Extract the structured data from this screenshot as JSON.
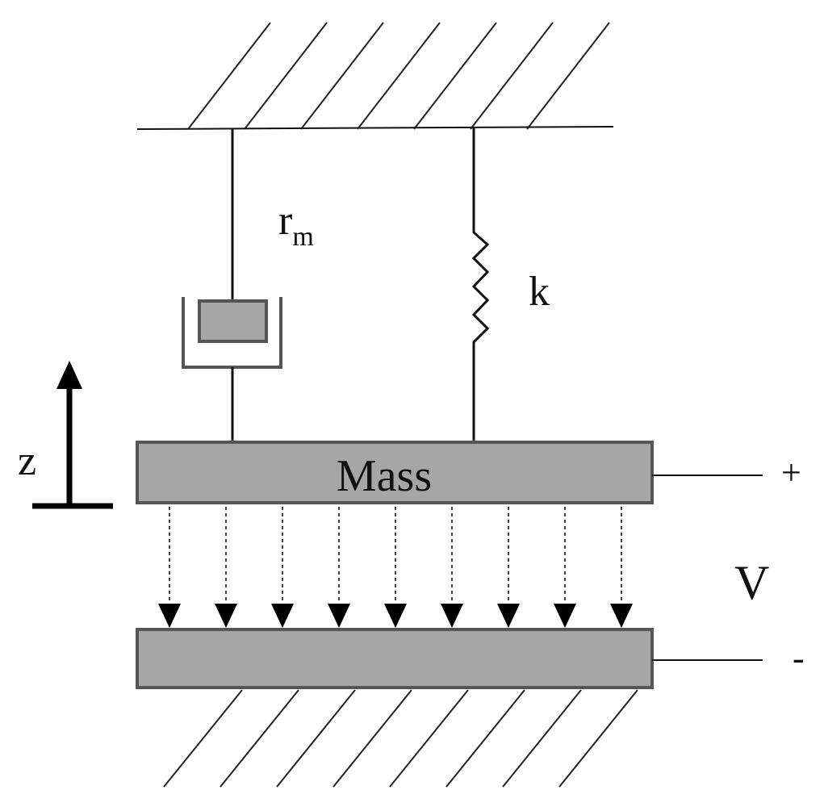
{
  "labels": {
    "damper_symbol": "r",
    "damper_subscript": "m",
    "spring": "k",
    "mass": "Mass",
    "displacement": "z",
    "voltage": "V",
    "positive_terminal": "+",
    "negative_terminal": "-"
  },
  "colors": {
    "plate_fill": "#a6a6a6",
    "outline": "#555555",
    "line": "#111111"
  }
}
